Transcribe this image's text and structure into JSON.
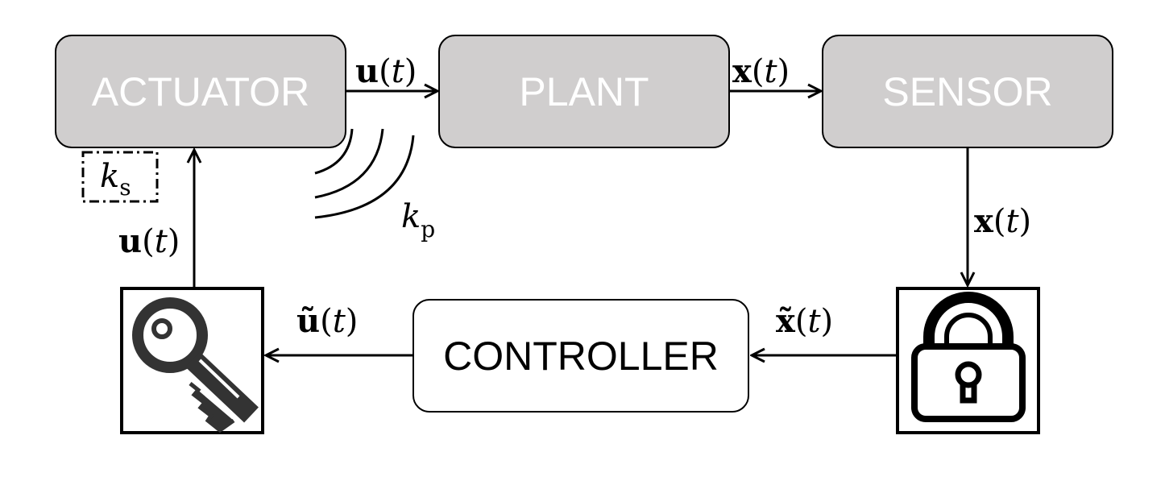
{
  "blocks": {
    "actuator": "ACTUATOR",
    "plant": "PLANT",
    "sensor": "SENSOR",
    "controller": "CONTROLLER"
  },
  "signals": {
    "u_t": {
      "sym": "u",
      "arg": "t"
    },
    "x_t": {
      "sym": "x",
      "arg": "t"
    },
    "x_t_down": {
      "sym": "x",
      "arg": "t"
    },
    "u_t_up": {
      "sym": "u",
      "arg": "t"
    },
    "u_tilde": {
      "sym": "ũ",
      "arg": "t"
    },
    "x_tilde": {
      "sym": "x̃",
      "arg": "t"
    }
  },
  "keys": {
    "ks": {
      "base": "k",
      "sub": "s"
    },
    "kp": {
      "base": "k",
      "sub": "p"
    }
  },
  "icons": {
    "decrypt": "key-icon",
    "encrypt": "padlock-icon",
    "leak": "wireless-emission-icon"
  },
  "colors": {
    "block_fill": "#d0cece",
    "block_text": "#ffffff",
    "controller_fill": "#ffffff",
    "stroke": "#000000",
    "icon": "#333333"
  }
}
